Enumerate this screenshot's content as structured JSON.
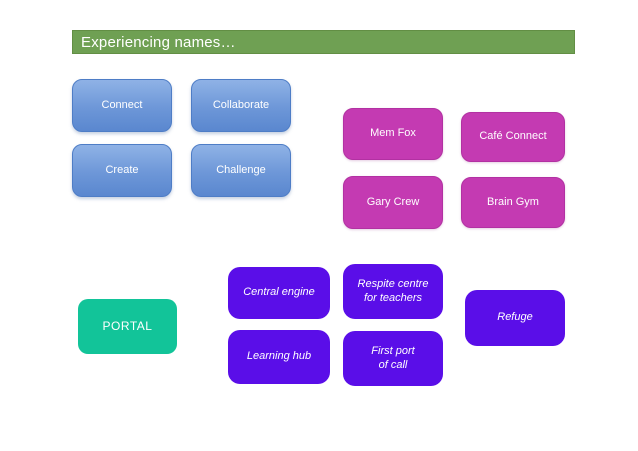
{
  "slide": {
    "title": "Experiencing names…"
  },
  "boxes": {
    "connect": {
      "label": "Connect"
    },
    "collaborate": {
      "label": "Collaborate"
    },
    "create": {
      "label": "Create"
    },
    "challenge": {
      "label": "Challenge"
    },
    "mem_fox": {
      "label": "Mem Fox"
    },
    "cafe_connect": {
      "label": "Café Connect"
    },
    "gary_crew": {
      "label": "Gary Crew"
    },
    "brain_gym": {
      "label": "Brain Gym"
    },
    "central_engine": {
      "label": "Central engine"
    },
    "respite_centre": {
      "label": "Respite centre\nfor teachers"
    },
    "learning_hub": {
      "label": "Learning hub"
    },
    "first_port": {
      "label": "First port\nof call"
    },
    "refuge": {
      "label": "Refuge"
    },
    "portal": {
      "label": "PORTAL"
    }
  },
  "colors": {
    "title_bar_green": "#6FA053",
    "blue_gradient_top": "#8FB2E6",
    "blue_gradient_bottom": "#5A87CF",
    "blue_border": "#4E7DC6",
    "magenta": "#C43AB2",
    "purple": "#5A0EE8",
    "teal": "#12C499",
    "text": "#FFFFFF"
  }
}
